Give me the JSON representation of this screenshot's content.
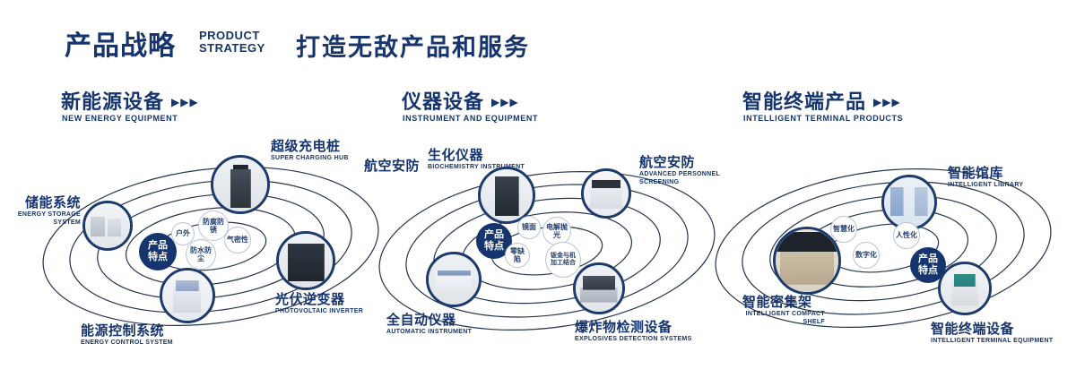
{
  "header": {
    "title": "产品战略",
    "subtitle_line1": "PRODUCT",
    "subtitle_line2": "STRATEGY",
    "tagline": "打造无敌产品和服务"
  },
  "accent_color": "#16356e",
  "sections": {
    "energy": {
      "title": "新能源设备",
      "subtitle": "NEW ENERGY EQUIPMENT",
      "arrows": "▶▶▶",
      "center_badge": "产品特点",
      "features": {
        "f1": "户外",
        "f2": "防腐防锈",
        "f3": "气密性",
        "f4": "防水防尘"
      },
      "nodes": {
        "storage": {
          "label": "储能系统",
          "sublabel": "ENERGY STORAGE SYSTEM"
        },
        "charging": {
          "label": "超级充电桩",
          "sublabel": "SUPER CHARGING HUB"
        },
        "inverter": {
          "label": "光伏逆变器",
          "sublabel": "PHOTOVOLTAIC INVERTER"
        },
        "control": {
          "label": "能源控制系统",
          "sublabel": "ENERGY CONTROL SYSTEM"
        }
      }
    },
    "instrument": {
      "title": "仪器设备",
      "subtitle": "INSTRUMENT AND EQUIPMENT",
      "arrows": "▶▶▶",
      "center_badge": "产品特点",
      "extra_label": "航空安防",
      "features": {
        "f1": "镜面",
        "f2": "电解抛光",
        "f3": "零缺陷",
        "f4": "钣金与机加工结合"
      },
      "nodes": {
        "biochem": {
          "label": "生化仪器",
          "sublabel": "BIOCHEMISTRY INSTRUMENT"
        },
        "screening": {
          "label": "航空安防",
          "sublabel": "ADVANCED PERSONNEL SCREENING"
        },
        "automatic": {
          "label": "全自动仪器",
          "sublabel": "AUTOMATIC INSTRUMENT"
        },
        "explosives": {
          "label": "爆炸物检测设备",
          "sublabel": "EXPLOSIVES DETECTION SYSTEMS"
        }
      }
    },
    "terminal": {
      "title": "智能终端产品",
      "subtitle": "INTELLIGENT TERMINAL PRODUCTS",
      "arrows": "▶▶▶",
      "center_badge": "产品特点",
      "features": {
        "f1": "智慧化",
        "f2": "人性化",
        "f3": "数字化"
      },
      "nodes": {
        "library": {
          "label": "智能馆库",
          "sublabel": "INTELLIGENT LIBRARY"
        },
        "shelf": {
          "label": "智能密集架",
          "sublabel": "INTELLIGENT COMPACT SHELF"
        },
        "terminal": {
          "label": "智能终端设备",
          "sublabel": "INTELLIGENT TERMINAL EQUIPMENT"
        }
      }
    }
  }
}
